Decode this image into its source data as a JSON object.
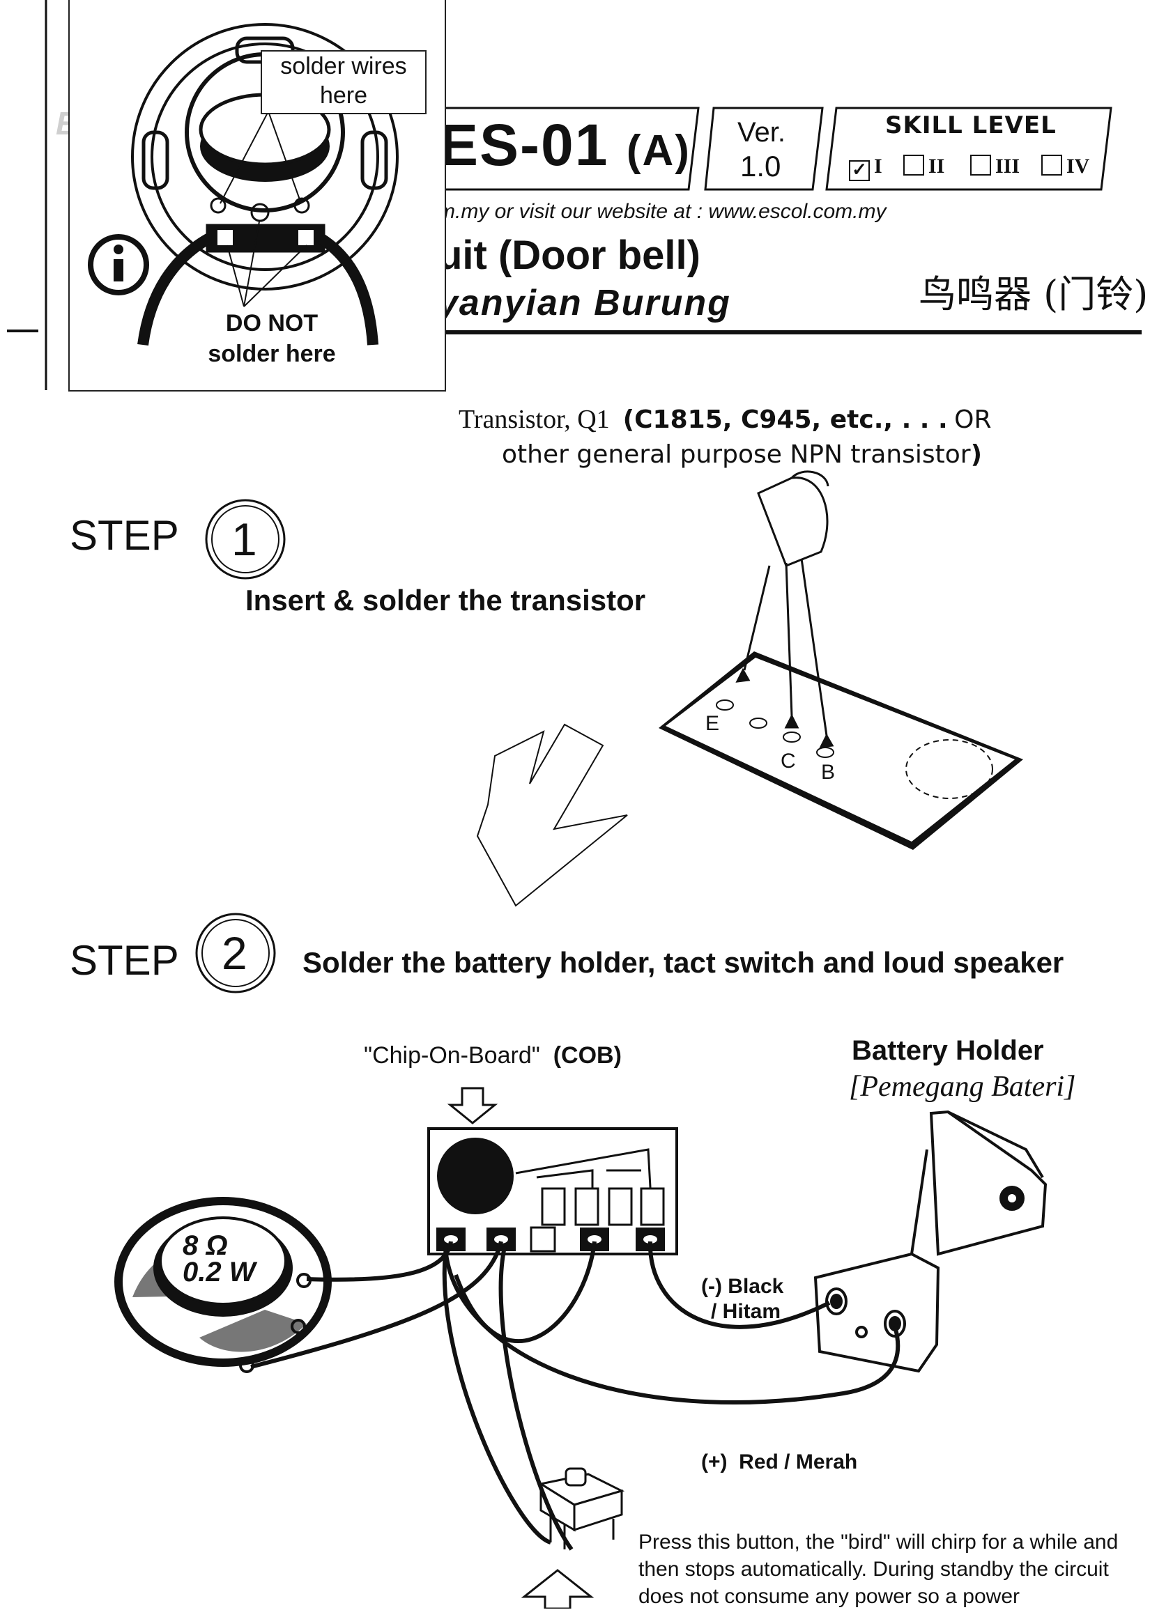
{
  "header": {
    "code": "ES-01",
    "variant": "(A)",
    "version_label": "Ver.",
    "version_number": "1.0",
    "skill_level": {
      "title": "SKILL LEVEL",
      "levels": [
        {
          "label": "I",
          "checked": true
        },
        {
          "label": "II",
          "checked": false
        },
        {
          "label": "III",
          "checked": false
        },
        {
          "label": "IV",
          "checked": false
        }
      ]
    },
    "website_line": "m.my or visit our website at : www.escol.com.my",
    "title_en": "uit (Door bell)",
    "title_my": "yanyian Burung",
    "title_cn": "鸟鸣器 (门铃)"
  },
  "callout": {
    "info_icon": "info-icon",
    "solder_label_line1": "solder wires",
    "solder_label_line2": "here",
    "donot_line1": "DO NOT",
    "donot_line2": "solder here"
  },
  "transistor": {
    "name": "Transistor, Q1",
    "models": "(C1815, C945, etc., . . .",
    "or": "OR",
    "line2": "other general purpose NPN transistor",
    "line2_close": ")",
    "pins": {
      "e": "E",
      "c": "C",
      "b": "B"
    }
  },
  "step1": {
    "word": "STEP",
    "number": "1",
    "description": "Insert & solder the transistor"
  },
  "step2": {
    "word": "STEP",
    "number": "2",
    "description": "Solder the battery holder, tact switch and loud speaker"
  },
  "assembly": {
    "cob_label": "\"Chip-On-Board\"",
    "cob_abbr": "(COB)",
    "battery_title": "Battery Holder",
    "battery_subtitle": "[Pemegang Bateri]",
    "speaker_ohm": "8 Ω",
    "speaker_watt": "0.2 W",
    "black_wire_line1": "(-) Black",
    "black_wire_line2": "/ Hitam",
    "red_wire_sign": "(+)",
    "red_wire_label": "Red / Merah",
    "press_text": "Press this button, the \"bird\" will chirp for a while and then stops automatically. During standby the circuit does not consume any power so a power"
  },
  "colors": {
    "ink": "#111111",
    "ghost": "#cfcfcf",
    "paper": "#ffffff"
  }
}
